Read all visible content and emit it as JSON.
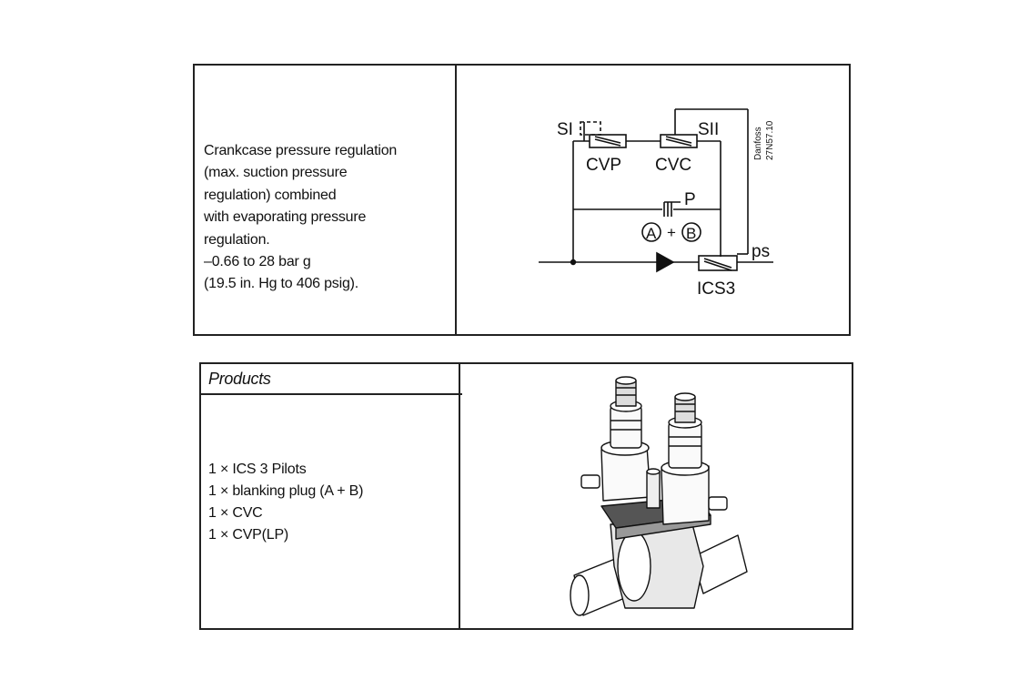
{
  "function": {
    "description_lines": [
      "Crankcase pressure regulation",
      "(max. suction pressure",
      "regulation) combined",
      "with evaporating pressure",
      "regulation.",
      "–0.66 to 28 bar g",
      "(19.5 in. Hg to 406 psig)."
    ]
  },
  "diagram": {
    "labels": {
      "si": "SI",
      "sii": "SII",
      "cvp": "CVP",
      "cvc": "CVC",
      "p": "P",
      "a": "A",
      "plus": "+",
      "b": "B",
      "ps": "ps",
      "ics3": "ICS3"
    },
    "watermark_line1": "Danfoss",
    "watermark_line2": "27N57.10"
  },
  "products": {
    "title": "Products",
    "items": [
      "1 × ICS 3 Pilots",
      "1 × blanking plug (A + B)",
      "1 × CVC",
      "1 × CVP(LP)"
    ]
  }
}
